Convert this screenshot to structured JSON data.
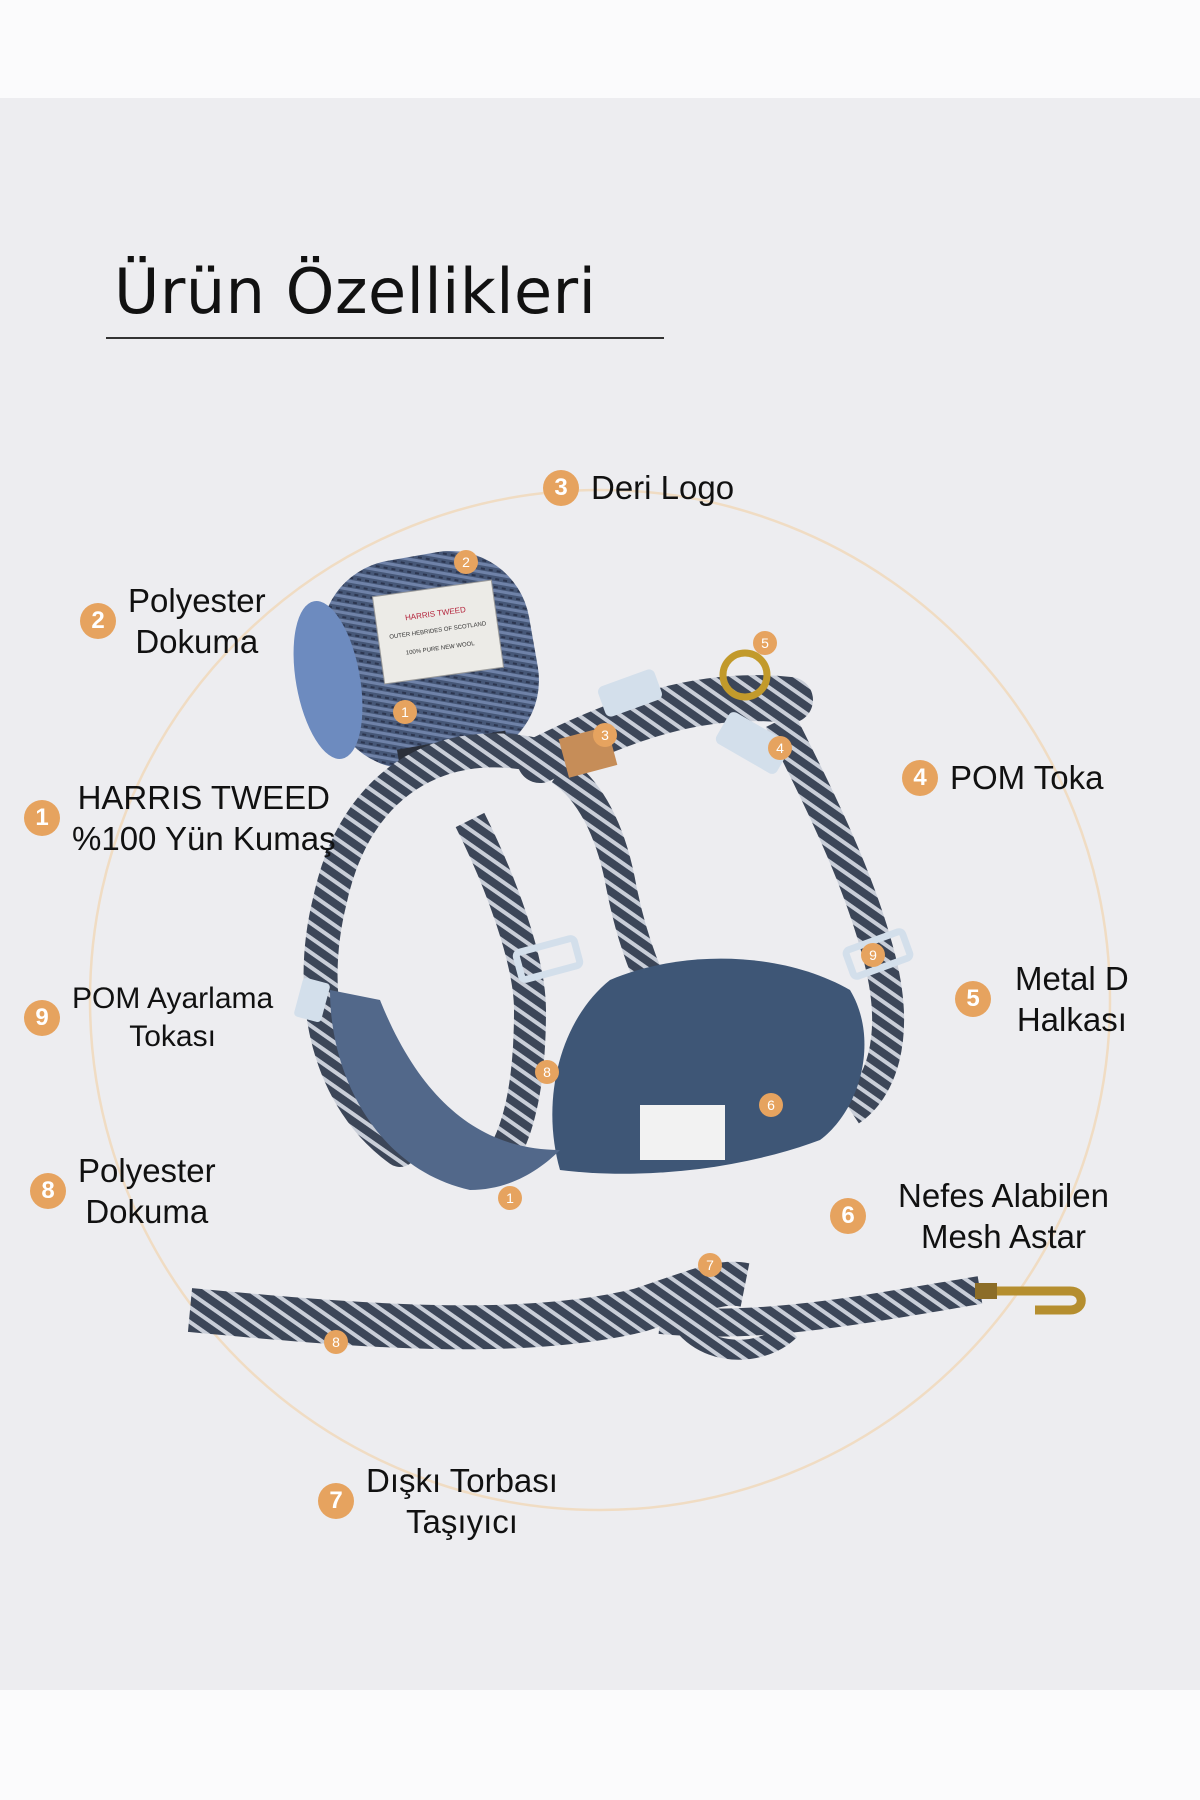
{
  "heading": "Ürün Özellikleri",
  "accent_color": "#e6a35f",
  "features": {
    "deri_logo": {
      "number": "3",
      "lines": [
        "Deri Logo"
      ]
    },
    "polyester_top": {
      "number": "2",
      "lines": [
        "Polyester",
        "Dokuma"
      ]
    },
    "harris": {
      "number": "1",
      "lines": [
        "HARRIS TWEED",
        "%100 Yün Kumaş"
      ]
    },
    "pom_toka": {
      "number": "4",
      "lines": [
        "POM Toka"
      ]
    },
    "metal_d": {
      "number": "5",
      "lines": [
        "Metal D",
        "Halkası"
      ]
    },
    "pom_ayarlama": {
      "number": "9",
      "lines": [
        "POM Ayarlama",
        "Tokası"
      ]
    },
    "polyester_bottom": {
      "number": "8",
      "lines": [
        "Polyester",
        "Dokuma"
      ]
    },
    "mesh": {
      "number": "6",
      "lines": [
        "Nefes Alabilen",
        "Mesh Astar"
      ]
    },
    "diski": {
      "number": "7",
      "lines": [
        "Dışkı Torbası",
        "Taşıyıcı"
      ]
    }
  },
  "product": {
    "tag_text": [
      "HARRIS TWEED",
      "OUTER HEBRIDES OF SCOTLAND",
      "100% PURE NEW WOOL"
    ],
    "markers": [
      "2",
      "1",
      "5",
      "3",
      "4",
      "9",
      "8",
      "6",
      "1",
      "7",
      "8"
    ]
  }
}
